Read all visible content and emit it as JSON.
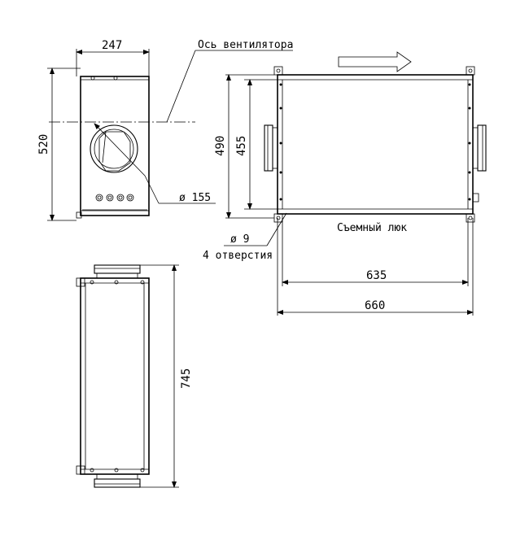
{
  "colors": {
    "line": "#000000",
    "background": "#ffffff"
  },
  "icons": {
    "airflow": "arrow-right-outline-icon",
    "connectors": "cable-gland-icon"
  },
  "front_view": {
    "width_dim": "247",
    "height_dim": "520",
    "fan_axis_label": "Ось вентилятора",
    "diameter_label": "ø 155"
  },
  "side_view": {
    "height_outer_dim": "490",
    "height_inner_dim": "455",
    "hole_label": "ø 9",
    "holes_count_label": "4 отверстия",
    "hatch_label": "Съемный люк",
    "length_inner_dim": "635",
    "length_outer_dim": "660"
  },
  "top_view": {
    "length_dim": "745"
  }
}
